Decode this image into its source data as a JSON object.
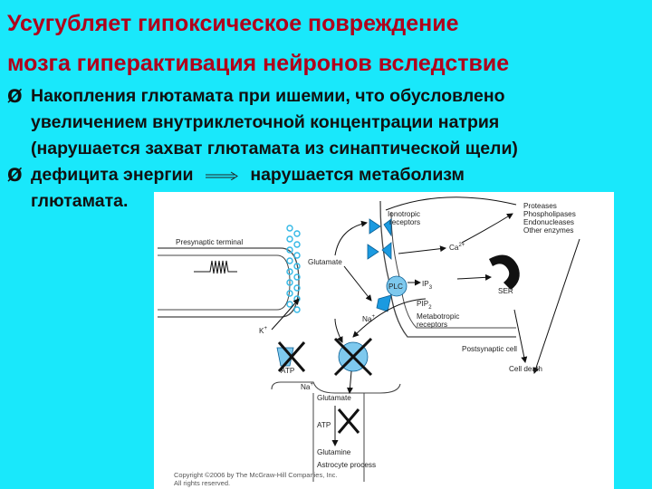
{
  "slide": {
    "title_line1": "Усугубляет гипоксическое повреждение",
    "title_line2": "мозга гиперактивация нейронов вследствие",
    "bullet_symbol": "Ø",
    "bullet1_line1": "Накопления глютамата при ишемии, что обусловлено",
    "bullet1_line2": "увеличением внутриклеточной концентрации натрия",
    "bullet1_line3": "(нарушается захват глютамата из синаптической щели)",
    "bullet2_part1": "дефицита энергии",
    "bullet2_part2": "нарушается метаболизм",
    "bullet2_line2": "глютамата."
  },
  "figure": {
    "presynaptic_terminal": "Presynaptic terminal",
    "glutamate_top": "Glutamate",
    "ionotropic_receptors_1": "Ionotropic",
    "ionotropic_receptors_2": "receptors",
    "ca": "Ca",
    "ca_sup": "2+",
    "enzymes": [
      "Proteases",
      "Phospholipases",
      "Endonucleases",
      "Other enzymes"
    ],
    "plc": "PLC",
    "ip3": "IP",
    "ip3_sub": "3",
    "ser": "SER",
    "pip2": "PIP",
    "pip2_sub": "2",
    "na_top": "Na",
    "na_sup": "+",
    "metabotropic_1": "Metabotropic",
    "metabotropic_2": "receptors",
    "k": "K",
    "k_sup": "+",
    "atp_1": "ATP",
    "na_bottom": "Na",
    "na_bottom_sup": "+",
    "glutamate_bottom": "Glutamate",
    "atp_2": "ATP",
    "glutamine": "Glutamine",
    "astrocyte_process": "Astrocyte process",
    "postsynaptic_cell": "Postsynaptic cell",
    "cell_death": "Cell death",
    "copyright_1": "Copyright ©2006 by The McGraw-Hill Companies, Inc.",
    "copyright_2": "All rights reserved."
  },
  "colors": {
    "background": "#19e8fb",
    "title": "#b1001b",
    "receptor": "#1b9ae0",
    "vesicle": "#33b8e6",
    "transporter": "#7ec9ee",
    "x_mark": "#111111"
  }
}
